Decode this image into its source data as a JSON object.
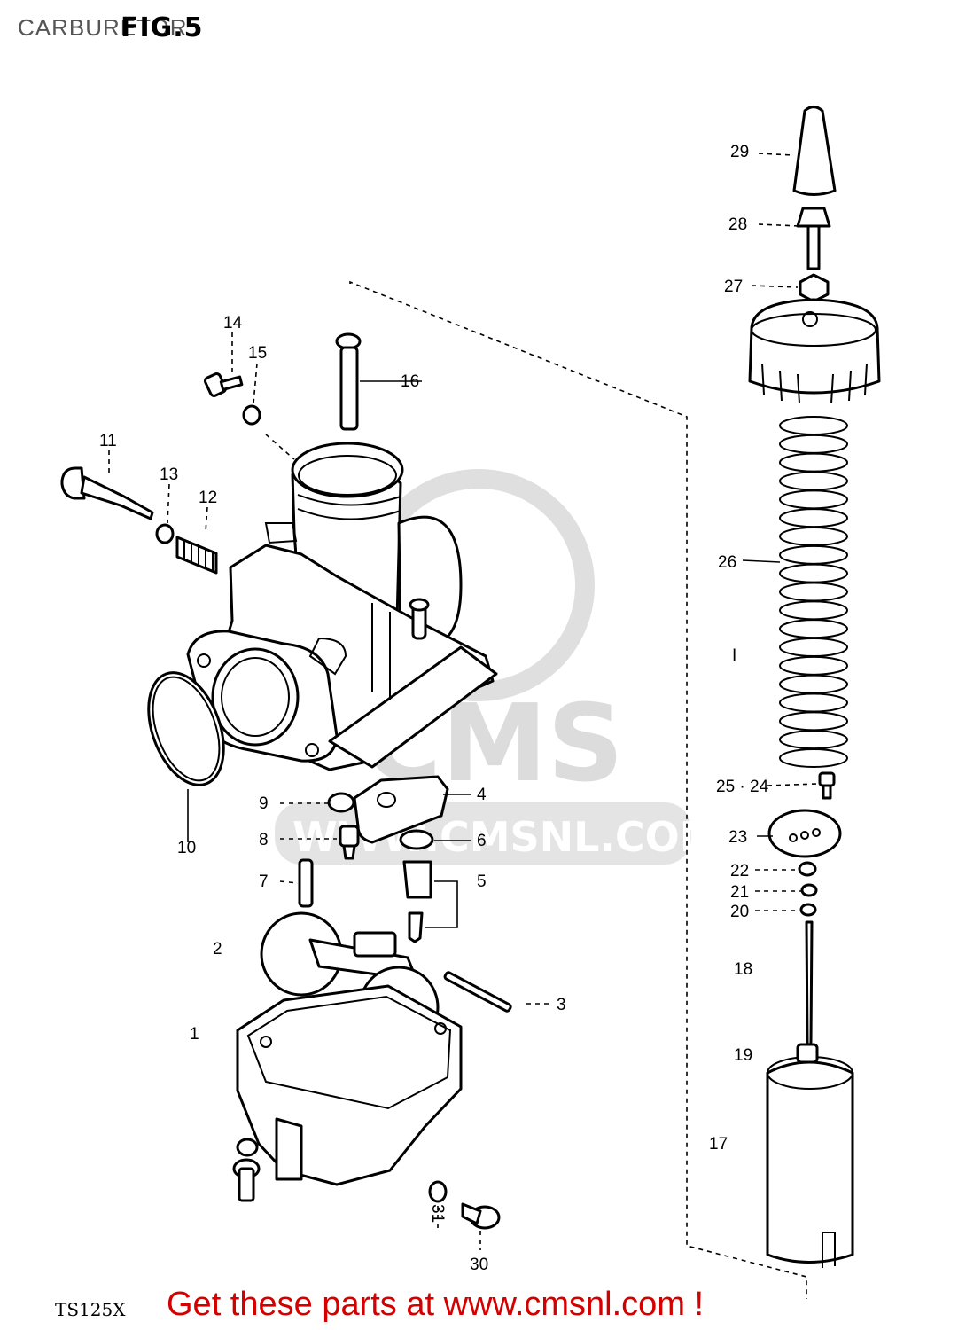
{
  "header": {
    "title": "CARBURETOR",
    "fig": "FIG.5"
  },
  "footer": {
    "model": "TS125X",
    "cta": "Get these parts at www.cmsnl.com !"
  },
  "watermark": {
    "brand": "CMS",
    "url": "WWW.CMSNL.COM"
  },
  "colors": {
    "cta": "#d40000",
    "watermark": "#d9d9d9",
    "line": "#000000"
  },
  "labels": {
    "p1": "1",
    "p2": "2",
    "p3": "3",
    "p4": "4",
    "p5": "5",
    "p6": "6",
    "p7": "7",
    "p8": "8",
    "p9": "9",
    "p10": "10",
    "p11": "11",
    "p12": "12",
    "p13": "13",
    "p14": "14",
    "p15": "15",
    "p16": "16",
    "p17": "17",
    "p18": "18",
    "p19": "19",
    "p20": "20",
    "p21": "21",
    "p22": "22",
    "p23": "23",
    "p24": "25 · 24",
    "p26": "26",
    "p27": "27",
    "p28": "28",
    "p29": "29",
    "p30": "30",
    "p31": "31",
    "dot": "I"
  }
}
